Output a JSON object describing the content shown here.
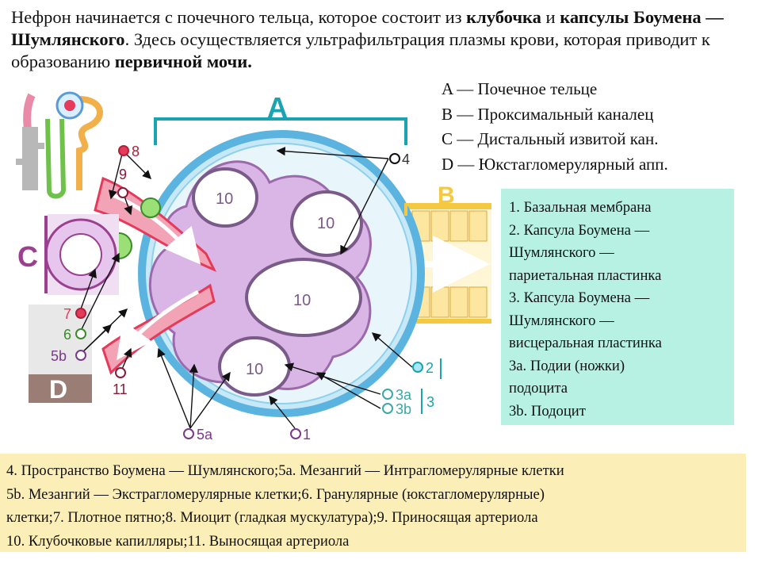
{
  "intro": {
    "p1": "Нефрон начинается с почечного тельца, которое состоит из ",
    "b1": "клубочка",
    "p2": " и ",
    "b2": "капсулы Боумена — Шумлянского",
    "p3": ". Здесь осуществляется ультрафильтрация плазмы крови, которая приводит к образованию ",
    "b3": "первичной мочи."
  },
  "legend_abcd": [
    "A — Почечное тельце",
    "B — Проксимальный каналец",
    "C — Дистальный извитой кан.",
    "D — Юкстагломерулярный апп."
  ],
  "legend_numbers": [
    "1. Базальная мембрана",
    "2. Капсула Боумена —",
    "Шумлянского —",
    "париетальная пластинка",
    "3. Капсула Боумена —",
    "Шумлянского —",
    "висцеральная пластинка",
    "3а. Подии (ножки)",
    "подоцита",
    "3b. Подоцит"
  ],
  "bottom_notes": [
    "4. Пространство Боумена — Шумлянского;5а. Мезангий — Интрагломерулярные клетки",
    "5b. Мезангий — Экстрагломерулярные клетки;6. Гранулярные (юкстагломерулярные)",
    "клетки;7. Плотное пятно;8. Миоцит (гладкая мускулатура);9. Приносящая артериола",
    "10. Клубочковые капилляры;11. Выносящая артериола"
  ],
  "diagram": {
    "section_letters": {
      "a": "A",
      "b": "B",
      "c": "C",
      "d": "D"
    },
    "capillary_label": "10",
    "labels": {
      "n1": "1",
      "n2": "2",
      "n3": "3",
      "n3a": "3a",
      "n3b": "3b",
      "n4": "4",
      "n5a": "5a",
      "n5b": "5b",
      "n6": "6",
      "n7": "7",
      "n8": "8",
      "n9": "9",
      "n11": "11"
    },
    "colors": {
      "capsule": "#5bb3e0",
      "capsule_fill": "#c7e9f7",
      "bracket": "#1aa3b0",
      "tubule_b": "#f5c842",
      "tubule_c": "#9b3f8f",
      "jga_d": "#9a7e75",
      "mesangium": "#cba9d8",
      "arteriole": "#e63a5a",
      "granular": "#7ad35f"
    }
  }
}
